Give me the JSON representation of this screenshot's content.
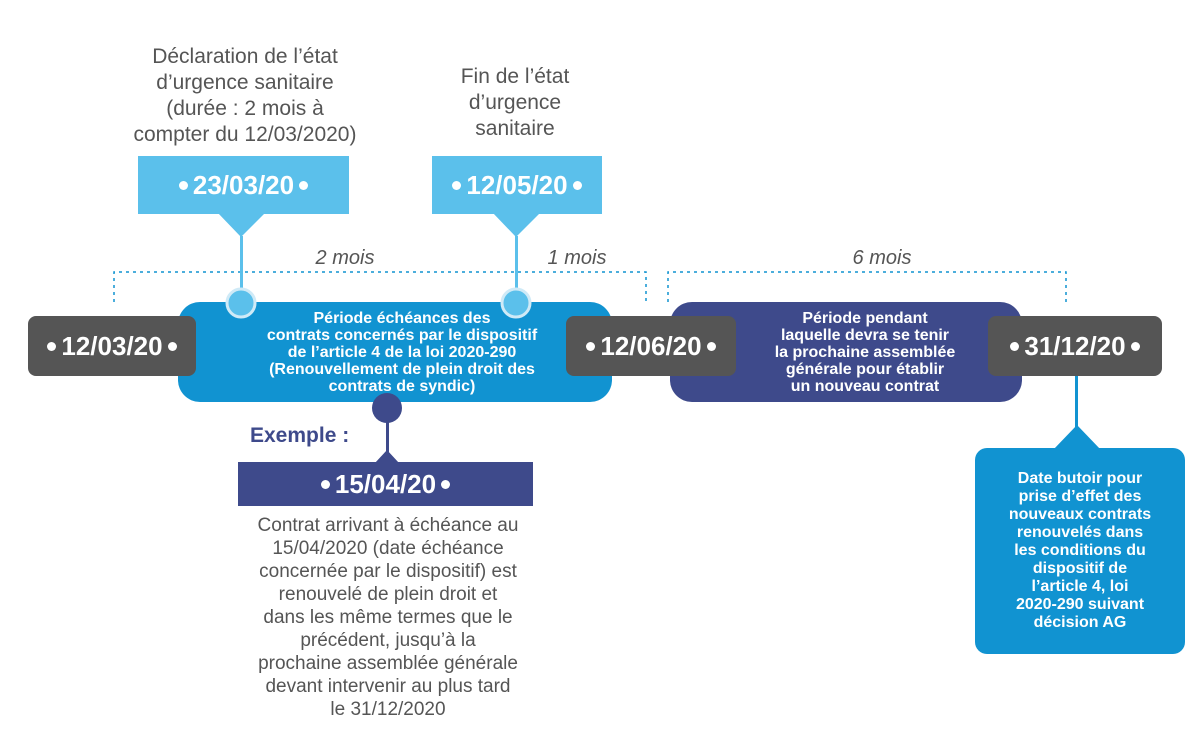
{
  "colors": {
    "light_blue": "#5bc0eb",
    "mid_blue": "#1193d1",
    "navy": "#3e4a8b",
    "dark_grey": "#555555",
    "text_grey": "#555555"
  },
  "annotations": {
    "declaration": [
      "Déclaration de l’état",
      "d’urgence sanitaire",
      "(durée : 2 mois à",
      "compter du 12/03/2020)"
    ],
    "fin": [
      "Fin de l’état",
      "d’urgence",
      "sanitaire"
    ]
  },
  "flags": {
    "d230320": "23/03/20",
    "d120520": "12/05/20",
    "d150420": "15/04/20"
  },
  "spans": {
    "two_months": "2 mois",
    "one_month": "1 mois",
    "six_months": "6 mois"
  },
  "timeline": {
    "start": "12/03/20",
    "mid": "12/06/20",
    "end": "31/12/20",
    "period1": [
      "Période échéances des",
      "contrats concernés par le dispositif",
      "de l’article 4 de la loi 2020-290",
      "(Renouvellement de plein droit des",
      "contrats de syndic)"
    ],
    "period2": [
      "Période pendant",
      "laquelle devra se tenir",
      "la prochaine assemblée",
      "générale pour établir",
      "un  nouveau contrat"
    ]
  },
  "example": {
    "label": "Exemple :",
    "text": [
      "Contrat arrivant à échéance au",
      "15/04/2020 (date échéance",
      "concernée par le dispositif) est",
      "renouvelé de plein droit et",
      "dans les même termes que le",
      "précédent, jusqu’à la",
      "prochaine assemblée générale",
      "devant intervenir au plus tard",
      "le 31/12/2020"
    ]
  },
  "deadline": {
    "text": [
      "Date butoir pour",
      "prise d’effet des",
      "nouveaux contrats",
      "renouvelés dans",
      "les conditions du",
      "dispositif de",
      "l’article 4, loi",
      "2020-290 suivant",
      "décision AG"
    ]
  }
}
